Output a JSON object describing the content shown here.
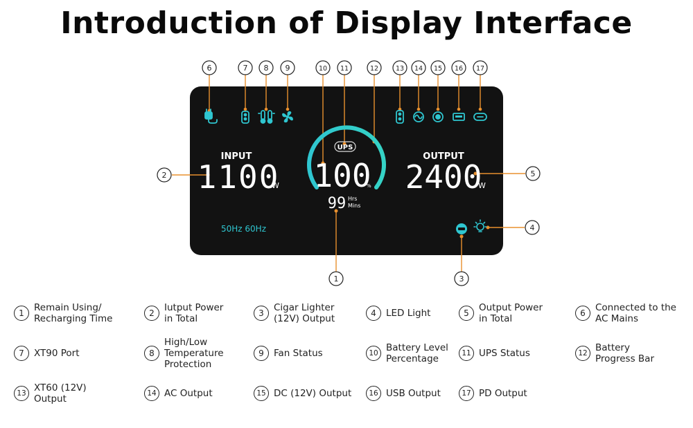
{
  "title": "Introduction of Display Interface",
  "colors": {
    "screen": "#121212",
    "accent": "#2fc6d0",
    "callout": "#e8902e",
    "digits": "#ffffff"
  },
  "display": {
    "input_label": "INPUT",
    "input_value": "1100",
    "input_unit": "W",
    "output_label": "OUTPUT",
    "output_value": "2400",
    "output_unit": "W",
    "ups_label": "UPS",
    "battery_percent": "100",
    "percent_sign": "%",
    "time_value": "99",
    "time_unit_hrs": "Hrs",
    "time_unit_mins": "Mins",
    "frequency": "50Hz 60Hz",
    "battery_level": 1.0
  },
  "callouts": [
    "1",
    "2",
    "3",
    "4",
    "5",
    "6",
    "7",
    "8",
    "9",
    "10",
    "11",
    "12",
    "13",
    "14",
    "15",
    "16",
    "17"
  ],
  "icons": {
    "ac_mains": "plug-icon",
    "xt90": "xt90-port-icon",
    "temperature": "thermometer-icon",
    "fan": "fan-icon",
    "xt60": "xt60-port-icon",
    "ac_output": "sine-wave-icon",
    "dc_output": "dc-socket-icon",
    "usb": "usb-port-icon",
    "pd": "usb-c-port-icon",
    "cigar": "cigar-lighter-icon",
    "led": "lightbulb-icon"
  },
  "legend": [
    {
      "n": "1",
      "text": "Remain Using/\nRecharging Time"
    },
    {
      "n": "2",
      "text": "Iutput Power\nin Total"
    },
    {
      "n": "3",
      "text": "Cigar Lighter\n(12V) Output"
    },
    {
      "n": "4",
      "text": "LED Light"
    },
    {
      "n": "5",
      "text": "Output Power\nin Total"
    },
    {
      "n": "6",
      "text": "Connected to the\nAC Mains"
    },
    {
      "n": "7",
      "text": "XT90 Port"
    },
    {
      "n": "8",
      "text": "High/Low\nTemperature\nProtection"
    },
    {
      "n": "9",
      "text": "Fan Status"
    },
    {
      "n": "10",
      "text": "Battery Level\nPercentage"
    },
    {
      "n": "11",
      "text": "UPS Status"
    },
    {
      "n": "12",
      "text": "Battery\nProgress Bar"
    },
    {
      "n": "13",
      "text": "XT60 (12V)\nOutput"
    },
    {
      "n": "14",
      "text": "AC Output"
    },
    {
      "n": "15",
      "text": "DC (12V) Output"
    },
    {
      "n": "16",
      "text": "USB Output"
    },
    {
      "n": "17",
      "text": "PD Output"
    }
  ]
}
